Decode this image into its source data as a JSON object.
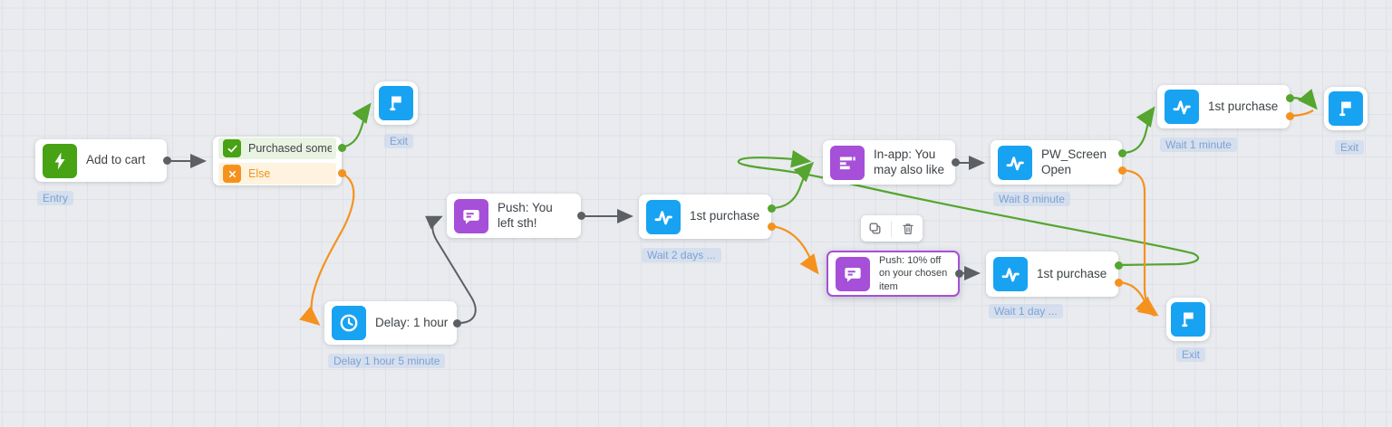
{
  "colors": {
    "green": "#47a214",
    "orange": "#f5921e",
    "blue": "#18a2f2",
    "purple": "#a64fd8",
    "edge_gray": "#5c6065",
    "tag_text": "#7aa2d6"
  },
  "nodes": {
    "add_to_cart": {
      "label": "Add to cart",
      "tag": "Entry"
    },
    "condition": {
      "yes_label": "Purchased somet…",
      "else_label": "Else"
    },
    "exit_top": {
      "tag": "Exit"
    },
    "push_you_left_sth": {
      "label": "Push: You left sth!"
    },
    "delay": {
      "label": "Delay: 1 hour",
      "tag": "Delay 1 hour 5 minute"
    },
    "first_purchase_a": {
      "label": "1st purchase",
      "tag": "Wait 2 days ..."
    },
    "in_app": {
      "label": "In-app: You may also like"
    },
    "pw_screenopen": {
      "label": "PW_ScreenOpen",
      "tag": "Wait 8 minute"
    },
    "push_discount": {
      "label": "Push: 10% off on your chosen item"
    },
    "first_purchase_b": {
      "label": "1st purchase",
      "tag": "Wait 1 day ..."
    },
    "first_purchase_c": {
      "label": "1st purchase",
      "tag": "Wait 1 minute"
    },
    "exit_right": {
      "tag": "Exit"
    },
    "exit_bottom": {
      "tag": "Exit"
    }
  },
  "toolbar": {
    "duplicate": "duplicate",
    "delete": "delete"
  }
}
